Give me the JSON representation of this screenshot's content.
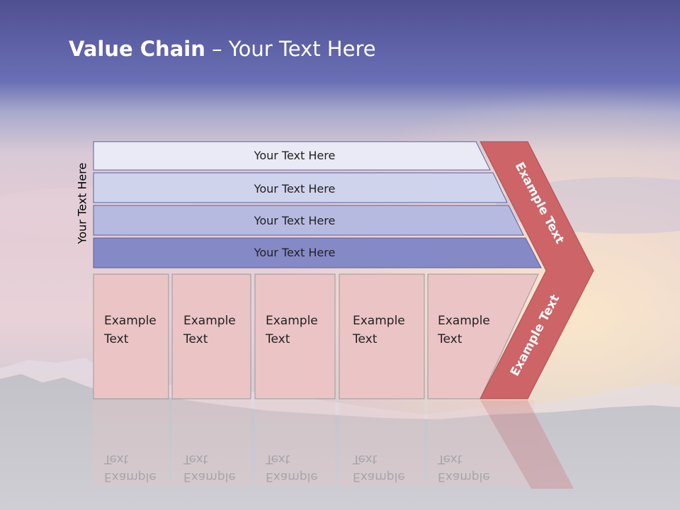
{
  "slide": {
    "title_bold": "Value Chain",
    "title_rest": " – Your Text Here",
    "side_label": "Your Text Here"
  },
  "bars": [
    {
      "label": "Your Text Here",
      "color": "#e9eaf6"
    },
    {
      "label": "Your Text Here",
      "color": "#d0d3ec"
    },
    {
      "label": "Your Text Here",
      "color": "#b7bae0"
    },
    {
      "label": "Your Text Here",
      "color": "#8589c6"
    }
  ],
  "boxes": [
    {
      "line1": "Example",
      "line2": "Text"
    },
    {
      "line1": "Example",
      "line2": "Text"
    },
    {
      "line1": "Example",
      "line2": "Text"
    },
    {
      "line1": "Example",
      "line2": "Text"
    },
    {
      "line1": "Example",
      "line2": "Text"
    }
  ],
  "chevron": {
    "upper_label": "Example Text",
    "lower_label": "Example Text",
    "color": "#cd6467"
  },
  "colors": {
    "sky_top": "#5a5c9c",
    "box_fill": "#ebc4c5",
    "box_stroke": "#9a9a9a",
    "bar_stroke": "#5c5f9f"
  }
}
